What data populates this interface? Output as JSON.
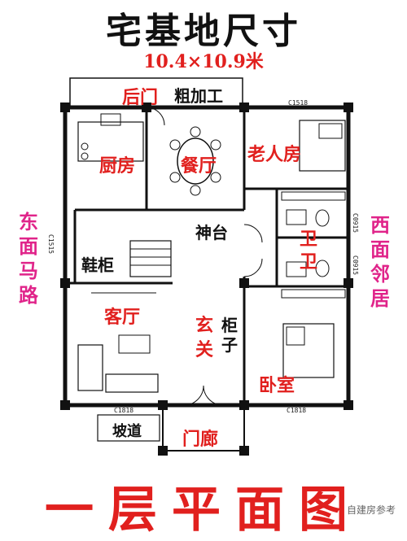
{
  "title": "宅基地尺寸",
  "subtitle": "10.4×10.9米",
  "footer": "一层平面图",
  "watermark": "自建房参考",
  "sides": {
    "east": "东面马路",
    "west": "西面邻居"
  },
  "rooms": {
    "back_door": "后门",
    "rough_processing": "粗加工",
    "kitchen": "厨房",
    "dining": "餐厅",
    "elderly_room": "老人房",
    "shrine": "神台",
    "bathroom_upper": "卫",
    "bathroom_lower": "卫",
    "shoe_cabinet": "鞋柜",
    "living_room": "客厅",
    "entrance": "玄关",
    "cabinet": "柜子",
    "bedroom": "卧室",
    "ramp": "坡道",
    "porch": "门廊"
  },
  "dimensions": {
    "window_top": "C1518",
    "window_left": "C1515",
    "window_right_upper": "C0915",
    "window_right_lower": "C0915",
    "window_bottom_left": "C1818",
    "window_bottom_right": "C1818"
  },
  "colors": {
    "red": "#e1201e",
    "magenta": "#e0248a",
    "wall": "#111111"
  }
}
